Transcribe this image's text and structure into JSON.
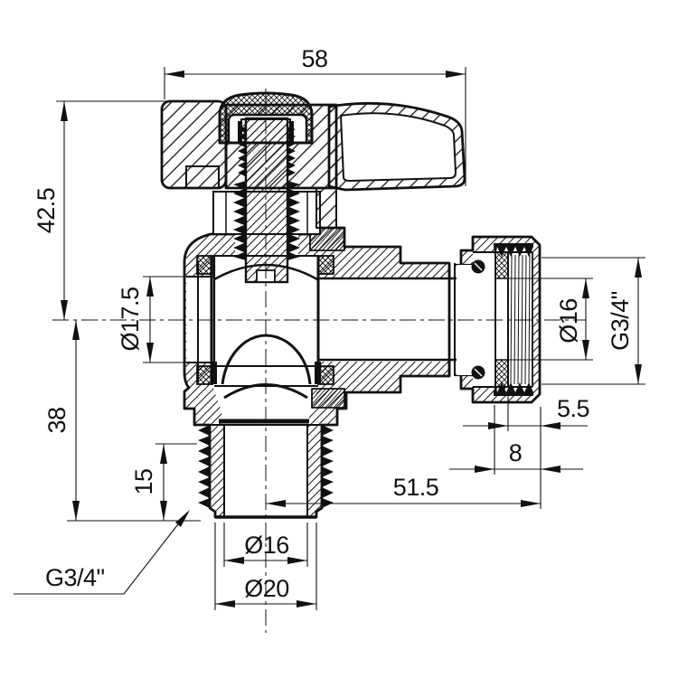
{
  "drawing": {
    "dims": {
      "top_width": "58",
      "upper_height": "42.5",
      "lower_height": "38",
      "side_bore": "Ø17.5",
      "bottom_thread_length": "15",
      "bottom_thread": "G3/4\"",
      "bottom_bore": "Ø16",
      "bottom_od": "Ø20",
      "length_to_nut": "51.5",
      "nut_depth": "8",
      "nut_face_offset": "5.5",
      "right_bore": "Ø16",
      "right_thread": "G3/4\""
    }
  }
}
